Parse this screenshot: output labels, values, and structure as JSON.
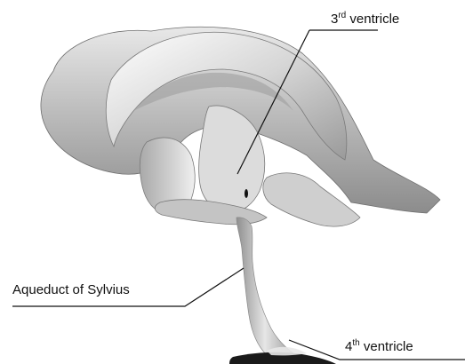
{
  "labels": {
    "third_ventricle": {
      "prefix": "3",
      "superscript": "rd",
      "text": " ventricle"
    },
    "aqueduct": {
      "text": "Aqueduct of Sylvius"
    },
    "fourth_ventricle": {
      "prefix": "4",
      "superscript": "th",
      "text": " ventricle"
    }
  },
  "colors": {
    "surface_light": "#f4f4f4",
    "surface_mid": "#c9c9c9",
    "surface_dark": "#7d7d7d",
    "line": "#111111",
    "background": "#ffffff"
  }
}
